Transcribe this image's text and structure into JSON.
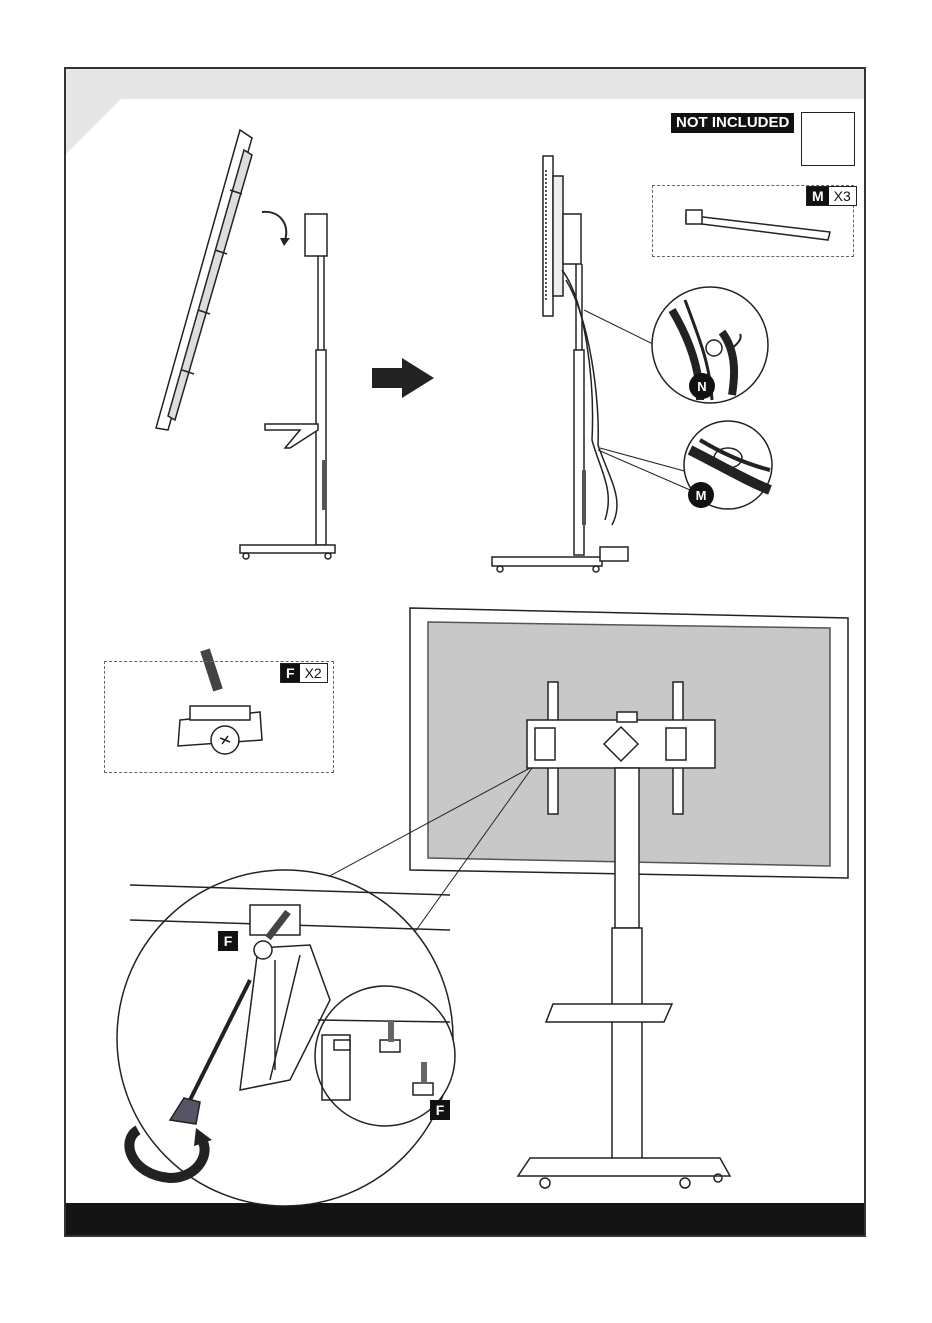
{
  "not_included": {
    "label": "NOT INCLUDED"
  },
  "parts": {
    "m": {
      "letter": "M",
      "qty": "X3"
    },
    "f": {
      "letter": "F",
      "qty": "X2"
    },
    "n": {
      "letter": "N"
    }
  },
  "callouts": {
    "n_circle": "N",
    "m_circle": "M",
    "f_square_main": "F",
    "f_square_inset": "F"
  },
  "icons": {
    "screwdriver": "screwdriver-icon",
    "phillips": "phillips-head-icon",
    "arrow_right": "arrow-right-icon",
    "rotate": "rotate-arrow-icon"
  },
  "colors": {
    "band": "#e6e6e6",
    "bar": "#141414",
    "screen": "#c8c8c8"
  }
}
